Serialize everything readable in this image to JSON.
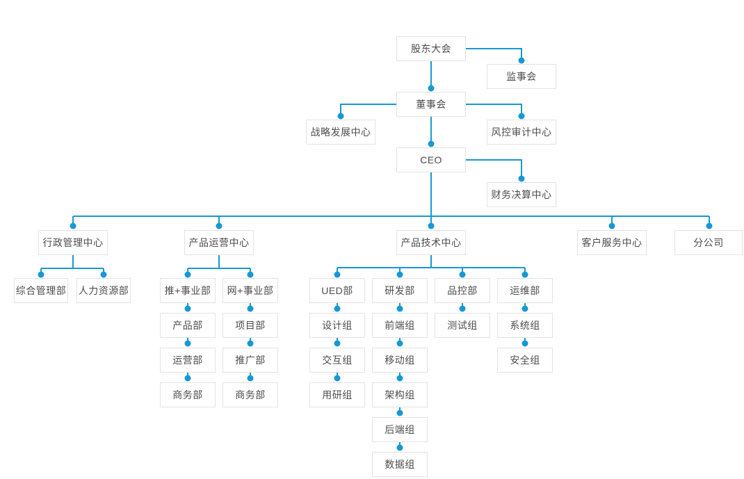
{
  "diagram": {
    "type": "org-chart",
    "colors": {
      "connector": "#1698d4",
      "node_border": "#e3e3e3",
      "node_bg": "#ffffff",
      "node_text": "#4c4c4c",
      "background": "#ffffff"
    },
    "nodes": {
      "shareholders_meeting": "股东大会",
      "supervisory_board": "监事会",
      "board_of_directors": "董事会",
      "strategy_center": "战略发展中心",
      "risk_audit_center": "风控审计中心",
      "ceo": "CEO",
      "finance_center": "财务决算中心",
      "admin_center": "行政管理中心",
      "product_ops_center": "产品运营中心",
      "product_tech_center": "产品技术中心",
      "customer_service_center": "客户服务中心",
      "branch_company": "分公司",
      "general_admin_dept": "综合管理部",
      "hr_dept": "人力资源部",
      "tui_division": "推+事业部",
      "wang_division": "网+事业部",
      "product_dept": "产品部",
      "project_dept": "项目部",
      "operations_dept": "运营部",
      "promotion_dept": "推广部",
      "business_dept_tui": "商务部",
      "business_dept_wang": "商务部",
      "ued_dept": "UED部",
      "rd_dept": "研发部",
      "qc_dept": "品控部",
      "ops_maintenance_dept": "运维部",
      "design_team": "设计组",
      "interaction_team": "交互组",
      "user_research_team": "用研组",
      "frontend_team": "前端组",
      "mobile_team": "移动组",
      "architecture_team": "架构组",
      "backend_team": "后端组",
      "data_team": "数据组",
      "testing_team": "测试组",
      "system_team": "系统组",
      "security_team": "安全组"
    },
    "hierarchy": {
      "label": "股东大会",
      "children": [
        {
          "label": "监事会"
        },
        {
          "label": "董事会",
          "children": [
            {
              "label": "战略发展中心"
            },
            {
              "label": "风控审计中心"
            },
            {
              "label": "CEO",
              "children": [
                {
                  "label": "财务决算中心"
                },
                {
                  "label": "行政管理中心",
                  "children": [
                    {
                      "label": "综合管理部"
                    },
                    {
                      "label": "人力资源部"
                    }
                  ]
                },
                {
                  "label": "产品运营中心",
                  "children": [
                    {
                      "label": "推+事业部",
                      "children": [
                        {
                          "label": "产品部"
                        },
                        {
                          "label": "运营部"
                        },
                        {
                          "label": "商务部"
                        }
                      ]
                    },
                    {
                      "label": "网+事业部",
                      "children": [
                        {
                          "label": "项目部"
                        },
                        {
                          "label": "推广部"
                        },
                        {
                          "label": "商务部"
                        }
                      ]
                    }
                  ]
                },
                {
                  "label": "产品技术中心",
                  "children": [
                    {
                      "label": "UED部",
                      "children": [
                        {
                          "label": "设计组"
                        },
                        {
                          "label": "交互组"
                        },
                        {
                          "label": "用研组"
                        }
                      ]
                    },
                    {
                      "label": "研发部",
                      "children": [
                        {
                          "label": "前端组"
                        },
                        {
                          "label": "移动组"
                        },
                        {
                          "label": "架构组"
                        },
                        {
                          "label": "后端组"
                        },
                        {
                          "label": "数据组"
                        }
                      ]
                    },
                    {
                      "label": "品控部",
                      "children": [
                        {
                          "label": "测试组"
                        }
                      ]
                    },
                    {
                      "label": "运维部",
                      "children": [
                        {
                          "label": "系统组"
                        },
                        {
                          "label": "安全组"
                        }
                      ]
                    }
                  ]
                },
                {
                  "label": "客户服务中心"
                },
                {
                  "label": "分公司"
                }
              ]
            }
          ]
        }
      ]
    }
  }
}
